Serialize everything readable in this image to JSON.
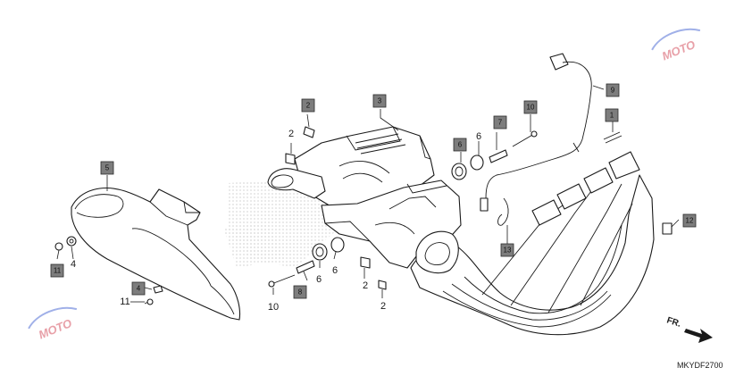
{
  "diagram": {
    "code": "MKYDF2700",
    "direction_label": "FR.",
    "watermark": {
      "text": "MOTO",
      "color": "#e8a0a8",
      "accent": "#a0b0e8"
    },
    "colors": {
      "label_box": "#7d7d7d",
      "line": "#1a1a1a",
      "dots": "#b5b5b5"
    },
    "boxed_callouts": [
      {
        "id": "c1",
        "label": "1"
      },
      {
        "id": "c2",
        "label": "2"
      },
      {
        "id": "c3",
        "label": "3"
      },
      {
        "id": "c4",
        "label": "4"
      },
      {
        "id": "c5",
        "label": "5"
      },
      {
        "id": "c6",
        "label": "6"
      },
      {
        "id": "c7",
        "label": "7"
      },
      {
        "id": "c8",
        "label": "8"
      },
      {
        "id": "c9",
        "label": "9"
      },
      {
        "id": "c10",
        "label": "10"
      },
      {
        "id": "c11",
        "label": "11"
      },
      {
        "id": "c12",
        "label": "12"
      },
      {
        "id": "c13",
        "label": "13"
      }
    ],
    "plain_callouts": [
      {
        "id": "p2a",
        "label": "2"
      },
      {
        "id": "p6a",
        "label": "6"
      },
      {
        "id": "p4",
        "label": "4"
      },
      {
        "id": "p11",
        "label": "11"
      },
      {
        "id": "p10",
        "label": "10"
      },
      {
        "id": "p6b",
        "label": "6"
      },
      {
        "id": "p6c",
        "label": "6"
      },
      {
        "id": "p2b",
        "label": "2"
      },
      {
        "id": "p2c",
        "label": "2"
      }
    ]
  }
}
